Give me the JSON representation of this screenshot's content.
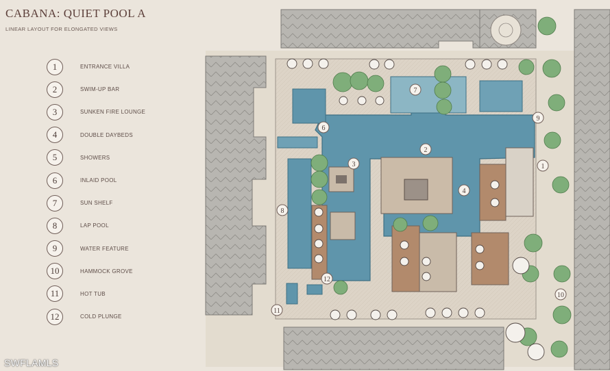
{
  "title": "CABANA: QUIET POOL A",
  "subtitle": "LINEAR LAYOUT FOR ELONGATED VIEWS",
  "legend": [
    {
      "num": "1",
      "label": "ENTRANCE VILLA"
    },
    {
      "num": "2",
      "label": "SWIM-UP BAR"
    },
    {
      "num": "3",
      "label": "SUNKEN FIRE LOUNGE"
    },
    {
      "num": "4",
      "label": "DOUBLE DAYBEDS"
    },
    {
      "num": "5",
      "label": "SHOWERS"
    },
    {
      "num": "6",
      "label": "INLAID POOL"
    },
    {
      "num": "7",
      "label": "SUN SHELF"
    },
    {
      "num": "8",
      "label": "LAP POOL"
    },
    {
      "num": "9",
      "label": "WATER FEATURE"
    },
    {
      "num": "10",
      "label": "HAMMOCK GROVE"
    },
    {
      "num": "11",
      "label": "HOT TUB"
    },
    {
      "num": "12",
      "label": "COLD PLUNGE"
    }
  ],
  "markers": {
    "m1": "1",
    "m2": "2",
    "m3": "3",
    "m4": "4",
    "m6": "6",
    "m7": "7",
    "m8": "8",
    "m9": "9",
    "m10": "10",
    "m11": "11",
    "m12": "12"
  },
  "watermark": "SWFLAMLS",
  "colors": {
    "background": "#ebe5dc",
    "water": "#5f95ab",
    "building": "#b8b6b1",
    "deck": "#d8cfc2",
    "tree": "#7fae7a",
    "wood": "#b28a6c"
  }
}
